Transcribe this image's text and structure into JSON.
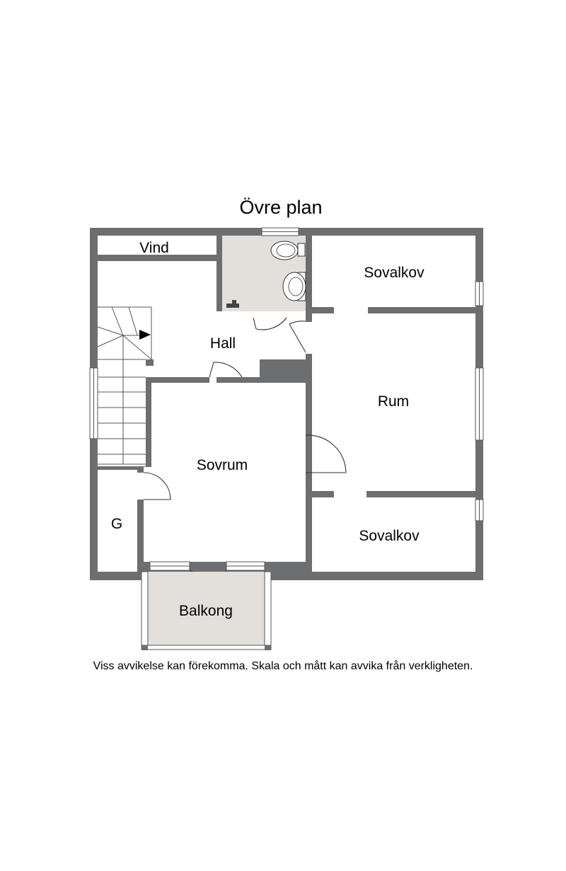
{
  "title": "Övre plan",
  "rooms": {
    "vind": "Vind",
    "sovalkov_top": "Sovalkov",
    "hall": "Hall",
    "rum": "Rum",
    "sovrum": "Sovrum",
    "g": "G",
    "sovalkov_bottom": "Sovalkov",
    "balkong": "Balkong"
  },
  "disclaimer": "Viss avvikelse kan förekomma. Skala och mått kan avvika från verkligheten.",
  "colors": {
    "wall": "#6d6e70",
    "wet_room_floor": "#e3dfdb",
    "balcony_floor": "#e3dfdb"
  }
}
